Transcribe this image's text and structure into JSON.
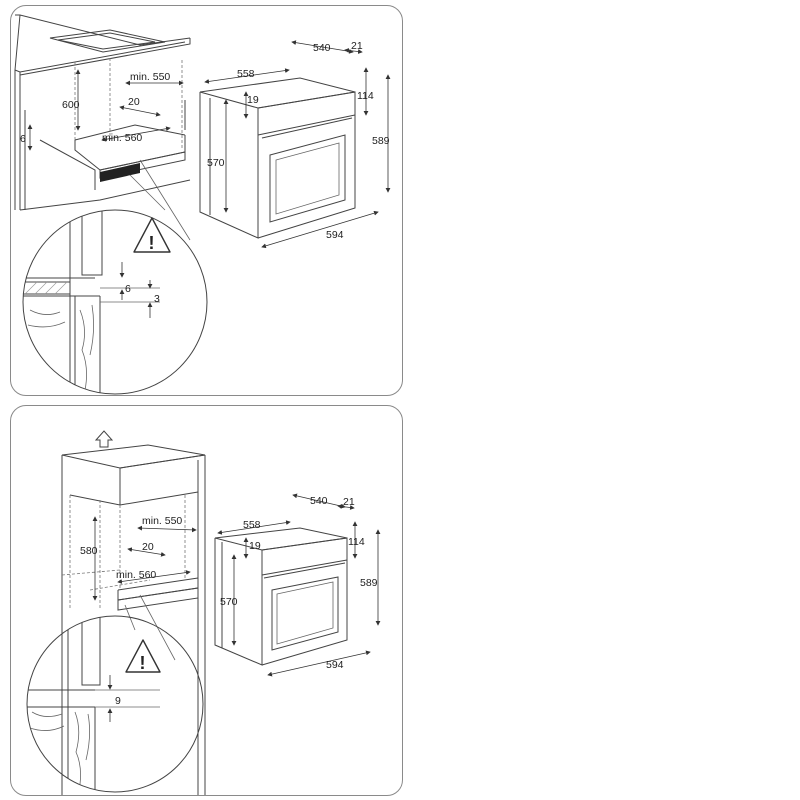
{
  "top": {
    "cabinet": {
      "height_600": "600",
      "min_550": "min. 550",
      "gap_20": "20",
      "min_560": "min. 560",
      "side_6": "6"
    },
    "oven": {
      "d540": "540",
      "d21": "21",
      "d558": "558",
      "d19": "19",
      "d114": "114",
      "d570": "570",
      "d589": "589",
      "d594": "594"
    },
    "detail": {
      "d6": "6",
      "d3": "3",
      "warning": "!"
    }
  },
  "bottom": {
    "cabinet": {
      "height_580": "580",
      "min_550": "min. 550",
      "gap_20": "20",
      "min_560": "min. 560"
    },
    "oven": {
      "d540": "540",
      "d21": "21",
      "d558": "558",
      "d19": "19",
      "d114": "114",
      "d570": "570",
      "d589": "589",
      "d594": "594"
    },
    "detail": {
      "d9": "9",
      "warning": "!"
    }
  }
}
